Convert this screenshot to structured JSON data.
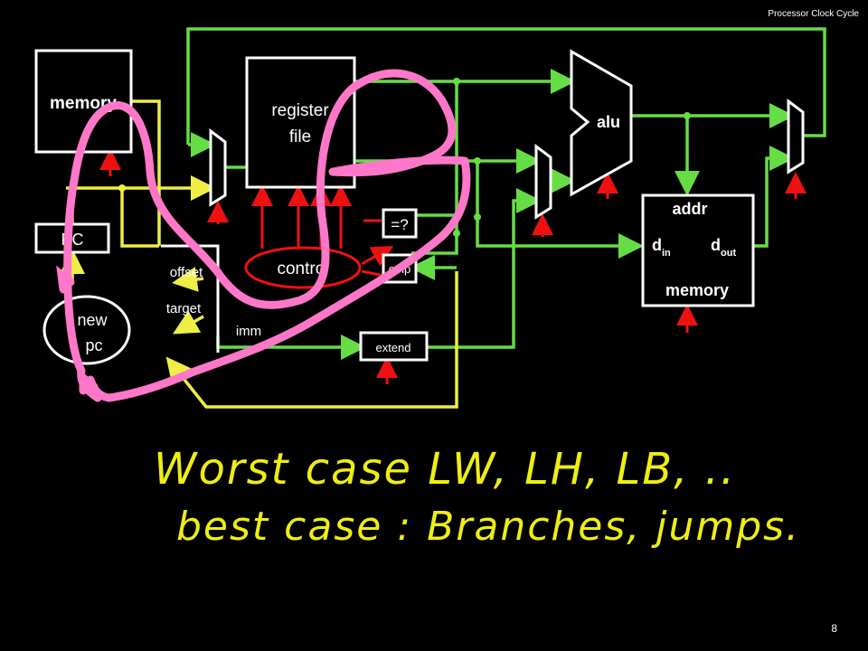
{
  "header": {
    "title": "Processor Clock Cycle"
  },
  "footer": {
    "page_number": "8"
  },
  "diagram": {
    "blocks": {
      "instr_memory": "memory",
      "register_file_line1": "register",
      "register_file_line2": "file",
      "alu": "alu",
      "data_memory_addr": "addr",
      "data_memory_din": "d",
      "data_memory_din_sub": "in",
      "data_memory_dout": "d",
      "data_memory_dout_sub": "out",
      "data_memory_label": "memory",
      "pc": "PC",
      "new_pc_line1": "new",
      "new_pc_line2": "pc",
      "offset": "offset",
      "target": "target",
      "imm": "imm",
      "control": "control",
      "eq": "=?",
      "cmp": "cmp",
      "extend": "extend"
    },
    "colors": {
      "datapath": "#66dd44",
      "pc_path": "#eeee44",
      "control": "#ee1111",
      "ink": "#ff77c8",
      "handwriting": "#eeee11"
    }
  },
  "handwriting": {
    "line1": "Worst case LW, LH, LB, ..",
    "line2": "best case : Branches, jumps."
  }
}
